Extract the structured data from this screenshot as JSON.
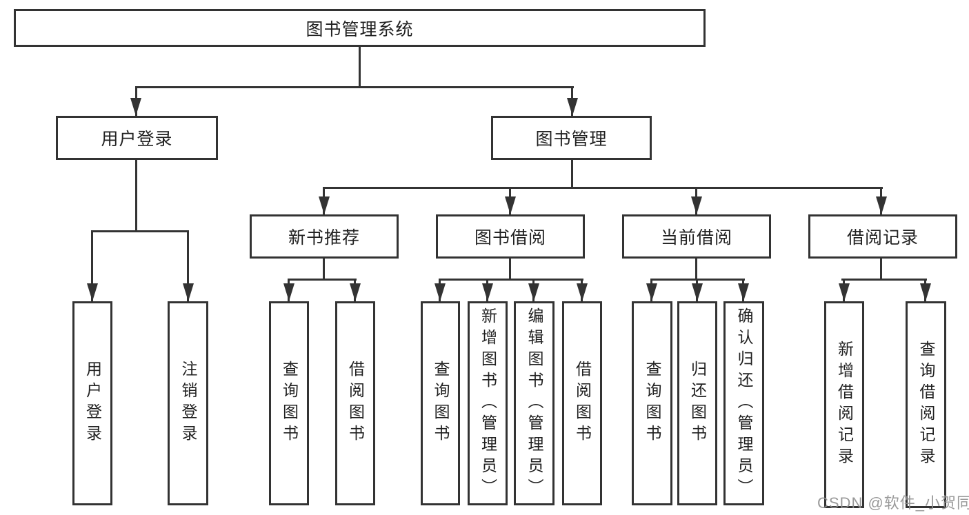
{
  "nodes": {
    "root": {
      "label": "图书管理系统"
    },
    "level2": {
      "user_login": {
        "label": "用户登录"
      },
      "book_management": {
        "label": "图书管理"
      }
    },
    "level3": {
      "new_book_recommend": {
        "label": "新书推荐"
      },
      "book_borrow": {
        "label": "图书借阅"
      },
      "current_borrow": {
        "label": "当前借阅"
      },
      "borrow_records": {
        "label": "借阅记录"
      }
    },
    "leaves": {
      "user_login": [
        {
          "label": "用户登录"
        },
        {
          "label": "注销登录"
        }
      ],
      "new_book_recommend": [
        {
          "label": "查询图书"
        },
        {
          "label": "借阅图书"
        }
      ],
      "book_borrow": [
        {
          "label": "查询图书"
        },
        {
          "label": "新增图书（管理员）"
        },
        {
          "label": "编辑图书（管理员）"
        },
        {
          "label": "借阅图书"
        }
      ],
      "current_borrow": [
        {
          "label": "查询图书"
        },
        {
          "label": "归还图书"
        },
        {
          "label": "确认归还（管理员）"
        }
      ],
      "borrow_records": [
        {
          "label": "新增借阅记录"
        },
        {
          "label": "查询借阅记录"
        }
      ]
    }
  },
  "watermark": {
    "text": "CSDN @软件_小贺同学"
  },
  "colors": {
    "line": "#333333",
    "text": "#212121",
    "watermark": "#8f8f8f",
    "background": "#ffffff"
  }
}
